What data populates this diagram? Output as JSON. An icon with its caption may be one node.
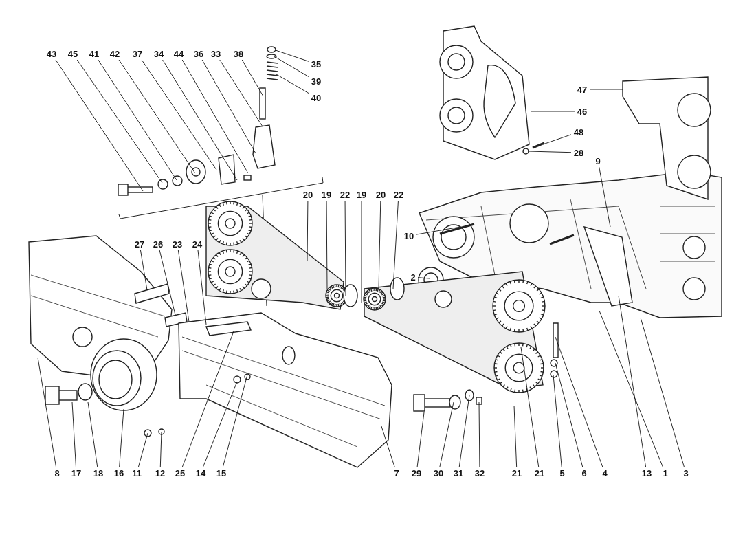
{
  "diagram": {
    "nodes": [
      {
        "text": [
          "43"
        ]
      },
      {
        "text": [
          "45"
        ]
      },
      {
        "text": [
          "41"
        ]
      },
      {
        "text": [
          "42"
        ]
      },
      {
        "text": [
          "37"
        ]
      },
      {
        "text": [
          "34"
        ]
      },
      {
        "text": [
          "44"
        ]
      },
      {
        "text": [
          "36"
        ]
      },
      {
        "text": [
          "33"
        ]
      },
      {
        "text": [
          "38"
        ]
      },
      {
        "text": [
          "35"
        ]
      },
      {
        "text": [
          "39"
        ]
      },
      {
        "text": [
          "40"
        ]
      },
      {
        "text": [
          "47"
        ]
      },
      {
        "text": [
          "46"
        ]
      },
      {
        "text": [
          "48"
        ]
      },
      {
        "text": [
          "28"
        ]
      },
      {
        "text": [
          "9"
        ]
      },
      {
        "text": [
          "20"
        ]
      },
      {
        "text": [
          "19"
        ]
      },
      {
        "text": [
          "22"
        ]
      },
      {
        "text": [
          "19"
        ]
      },
      {
        "text": [
          "20"
        ]
      },
      {
        "text": [
          "22"
        ]
      },
      {
        "text": [
          "10"
        ]
      },
      {
        "text": [
          "2"
        ]
      },
      {
        "text": [
          "27"
        ]
      },
      {
        "text": [
          "26"
        ]
      },
      {
        "text": [
          "23"
        ]
      },
      {
        "text": [
          "24"
        ]
      },
      {
        "text": [
          "8"
        ]
      },
      {
        "text": [
          "17"
        ]
      },
      {
        "text": [
          "18"
        ]
      },
      {
        "text": [
          "16"
        ]
      },
      {
        "text": [
          "11"
        ]
      },
      {
        "text": [
          "12"
        ]
      },
      {
        "text": [
          "25"
        ]
      },
      {
        "text": [
          "14"
        ]
      },
      {
        "text": [
          "15"
        ]
      },
      {
        "text": [
          "7"
        ]
      },
      {
        "text": [
          "29"
        ]
      },
      {
        "text": [
          "30"
        ]
      },
      {
        "text": [
          "31"
        ]
      },
      {
        "text": [
          "32"
        ]
      },
      {
        "text": [
          "21"
        ]
      },
      {
        "text": [
          "21"
        ]
      },
      {
        "text": [
          "5"
        ]
      },
      {
        "text": [
          "6"
        ]
      },
      {
        "text": [
          "4"
        ]
      },
      {
        "text": [
          "13"
        ]
      },
      {
        "text": [
          "1"
        ]
      },
      {
        "text": [
          "3"
        ]
      }
    ],
    "edges": [
      {
        "from": 0,
        "to": null,
        "arrow": "none"
      },
      {
        "from": 1,
        "to": null,
        "arrow": "none"
      },
      {
        "from": 2,
        "to": null,
        "arrow": "none"
      },
      {
        "from": 3,
        "to": null,
        "arrow": "none"
      },
      {
        "from": 4,
        "to": null,
        "arrow": "none"
      },
      {
        "from": 5,
        "to": null,
        "arrow": "none"
      },
      {
        "from": 6,
        "to": null,
        "arrow": "none"
      },
      {
        "from": 7,
        "to": null,
        "arrow": "none"
      },
      {
        "from": 8,
        "to": null,
        "arrow": "none"
      },
      {
        "from": 9,
        "to": null,
        "arrow": "none"
      },
      {
        "from": 10,
        "to": null,
        "arrow": "none"
      },
      {
        "from": 11,
        "to": null,
        "arrow": "none"
      },
      {
        "from": 12,
        "to": null,
        "arrow": "none"
      },
      {
        "from": 13,
        "to": null,
        "arrow": "none"
      },
      {
        "from": 14,
        "to": null,
        "arrow": "none"
      },
      {
        "from": 15,
        "to": null,
        "arrow": "none"
      },
      {
        "from": 16,
        "to": null,
        "arrow": "none"
      },
      {
        "from": 17,
        "to": null,
        "arrow": "none"
      },
      {
        "from": 18,
        "to": null,
        "arrow": "none"
      },
      {
        "from": 19,
        "to": null,
        "arrow": "none"
      },
      {
        "from": 20,
        "to": null,
        "arrow": "none"
      },
      {
        "from": 21,
        "to": null,
        "arrow": "none"
      },
      {
        "from": 22,
        "to": null,
        "arrow": "none"
      },
      {
        "from": 23,
        "to": null,
        "arrow": "none"
      },
      {
        "from": 24,
        "to": null,
        "arrow": "none"
      },
      {
        "from": 25,
        "to": null,
        "arrow": "none"
      },
      {
        "from": 26,
        "to": null,
        "arrow": "none"
      },
      {
        "from": 27,
        "to": null,
        "arrow": "none"
      },
      {
        "from": 28,
        "to": null,
        "arrow": "none"
      },
      {
        "from": 29,
        "to": null,
        "arrow": "none"
      },
      {
        "from": 30,
        "to": null,
        "arrow": "none"
      },
      {
        "from": 31,
        "to": null,
        "arrow": "none"
      },
      {
        "from": 32,
        "to": null,
        "arrow": "none"
      },
      {
        "from": 33,
        "to": null,
        "arrow": "none"
      },
      {
        "from": 34,
        "to": null,
        "arrow": "none"
      },
      {
        "from": 35,
        "to": null,
        "arrow": "none"
      },
      {
        "from": 36,
        "to": null,
        "arrow": "none"
      },
      {
        "from": 37,
        "to": null,
        "arrow": "none"
      },
      {
        "from": 38,
        "to": null,
        "arrow": "none"
      },
      {
        "from": 39,
        "to": null,
        "arrow": "none"
      },
      {
        "from": 40,
        "to": null,
        "arrow": "none"
      },
      {
        "from": 41,
        "to": null,
        "arrow": "none"
      },
      {
        "from": 42,
        "to": null,
        "arrow": "none"
      },
      {
        "from": 43,
        "to": null,
        "arrow": "none"
      },
      {
        "from": 44,
        "to": null,
        "arrow": "none"
      },
      {
        "from": 45,
        "to": null,
        "arrow": "none"
      },
      {
        "from": 46,
        "to": null,
        "arrow": "none"
      },
      {
        "from": 47,
        "to": null,
        "arrow": "none"
      },
      {
        "from": 48,
        "to": null,
        "arrow": "none"
      },
      {
        "from": 49,
        "to": null,
        "arrow": "none"
      },
      {
        "from": 50,
        "to": null,
        "arrow": "none"
      },
      {
        "from": 51,
        "to": null,
        "arrow": "none"
      }
    ]
  }
}
